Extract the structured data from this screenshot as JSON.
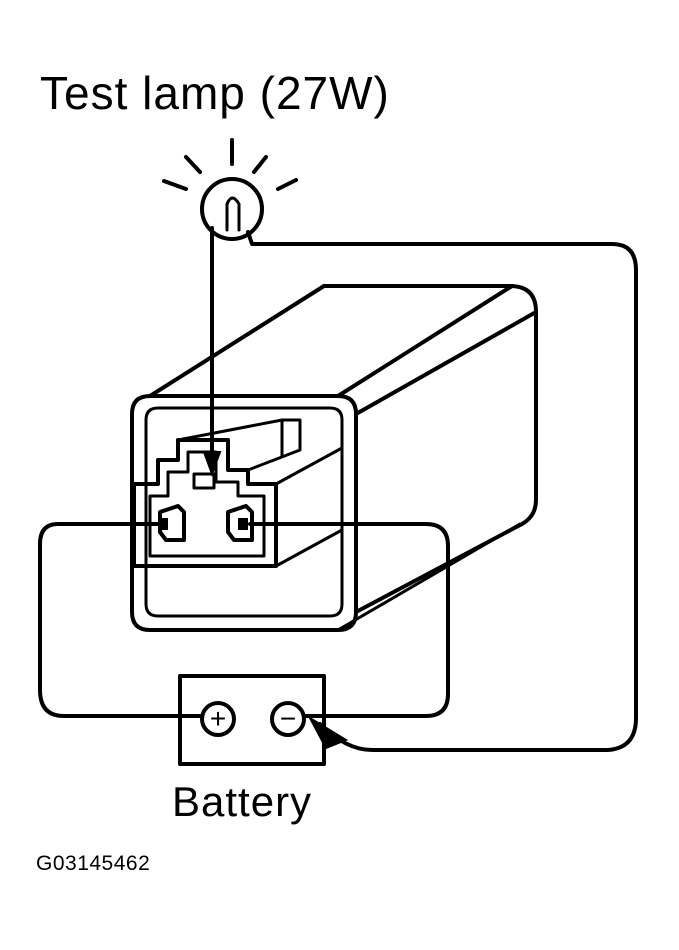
{
  "diagram": {
    "lamp_label": "Test lamp (27W)",
    "battery_label": "Battery",
    "figure_code": "G03145462",
    "positive_terminal": "+",
    "negative_terminal": "−"
  }
}
